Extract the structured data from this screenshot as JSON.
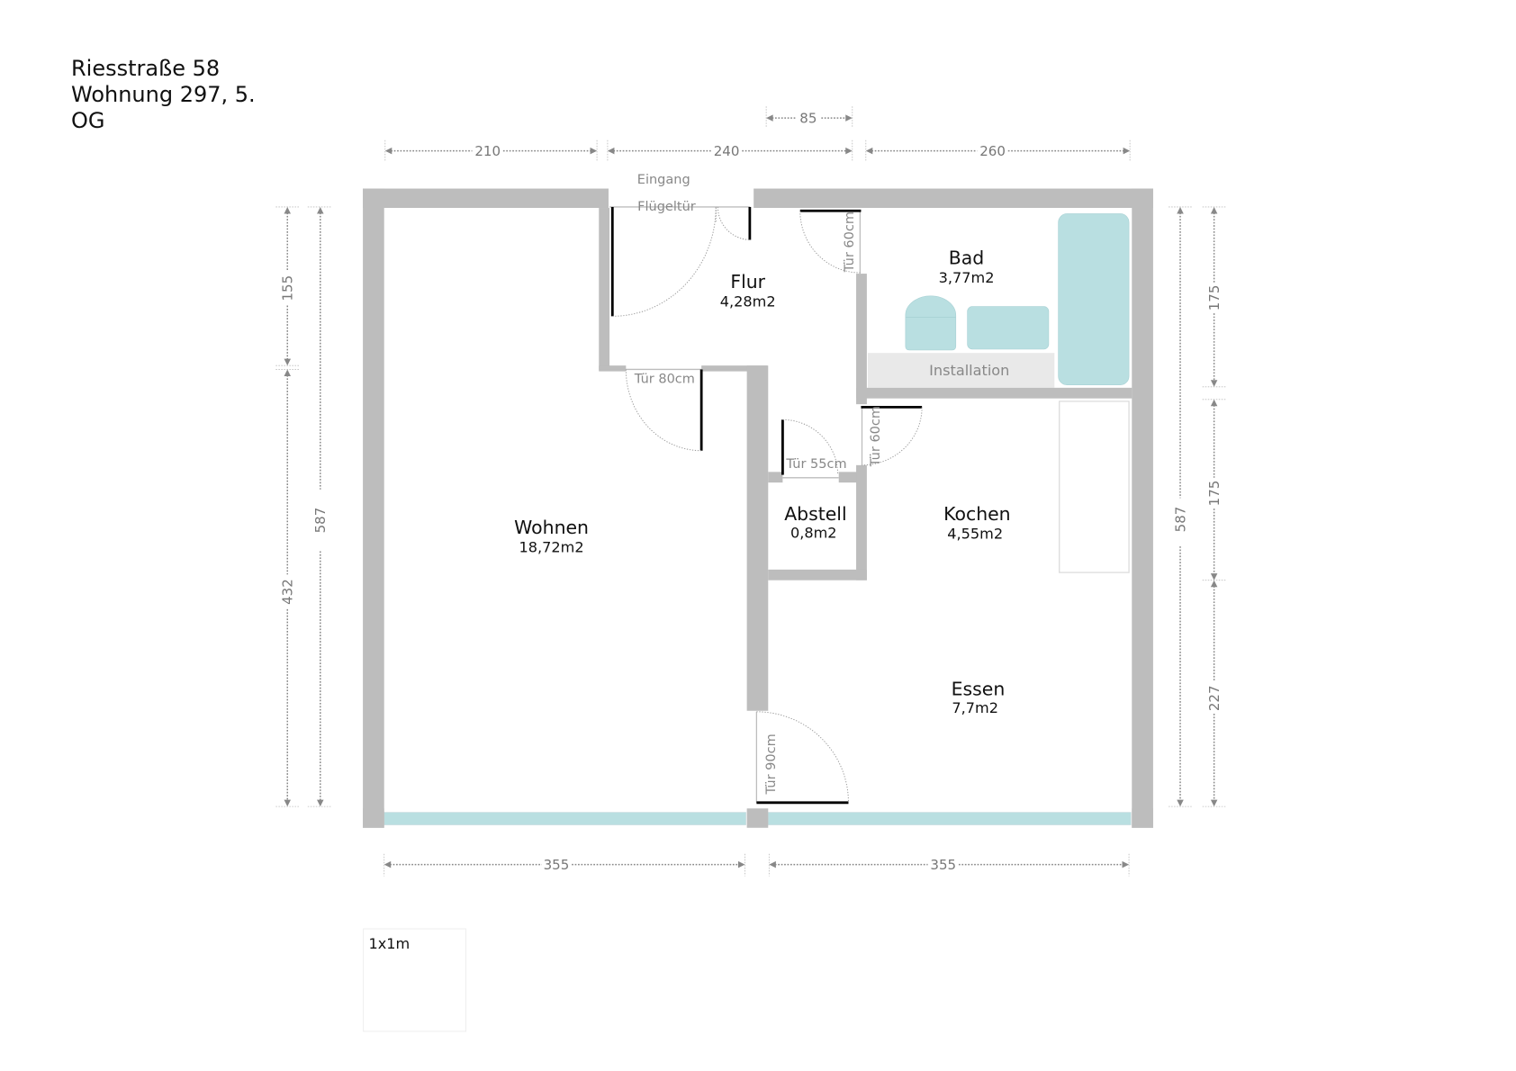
{
  "title": {
    "line1": "Riesstraße 58",
    "line2": "Wohnung 297, 5.",
    "line3": "OG"
  },
  "rooms": {
    "wohnen": {
      "name": "Wohnen",
      "area": "18,72m2"
    },
    "flur": {
      "name": "Flur",
      "area": "4,28m2"
    },
    "bad": {
      "name": "Bad",
      "area": "3,77m2"
    },
    "abstell": {
      "name": "Abstell",
      "area": "0,8m2"
    },
    "kochen": {
      "name": "Kochen",
      "area": "4,55m2"
    },
    "essen": {
      "name": "Essen",
      "area": "7,7m2"
    }
  },
  "labels": {
    "eingang": "Eingang",
    "fluegeltuer": "Flügeltür",
    "installation": "Installation",
    "scale": "1x1m"
  },
  "doors": {
    "bad": "Tür 60cm",
    "wohnen": "Tür 80cm",
    "abstell": "Tür 55cm",
    "kochen": "Tür 60cm",
    "essen": "Tür 90cm"
  },
  "dimensions": {
    "top": [
      "210",
      "240",
      "260"
    ],
    "top_entrance": "85",
    "left_inner": [
      "155",
      "432"
    ],
    "left_total": "587",
    "right_total": "587",
    "right_inner": [
      "175",
      "175",
      "227"
    ],
    "bottom": [
      "355",
      "355"
    ]
  },
  "colors": {
    "wall": "#bdbdbd",
    "fixture": "#b9dfe1",
    "installation": "#e9e9e9",
    "dimension": "#888888"
  }
}
